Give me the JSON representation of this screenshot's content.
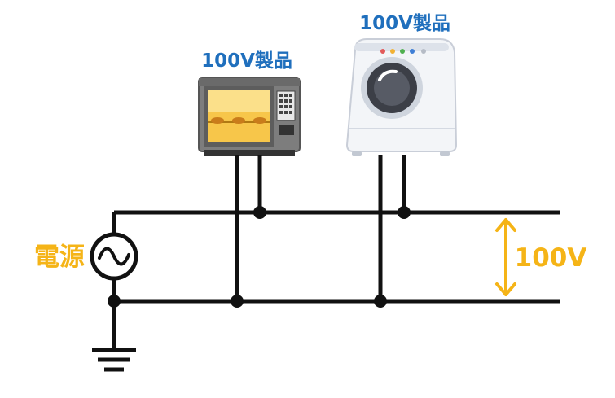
{
  "labels": {
    "appliance_microwave": "100V製品",
    "appliance_washer": "100V製品",
    "power_source": "電源",
    "voltage": "100V"
  },
  "colors": {
    "label_blue": "#1f6fbd",
    "label_orange": "#f5b417",
    "wire": "#111111",
    "microwave_body": "#8a8a8a",
    "microwave_window": "#f7c64a",
    "washer_body": "#f2f4f7",
    "washer_door": "#3c3f47"
  },
  "icons": {
    "microwave": "microwave-oven-icon",
    "washer": "drum-washing-machine-icon",
    "source": "ac-source-symbol",
    "ground": "ground-symbol",
    "arrow": "double-arrow-icon"
  }
}
